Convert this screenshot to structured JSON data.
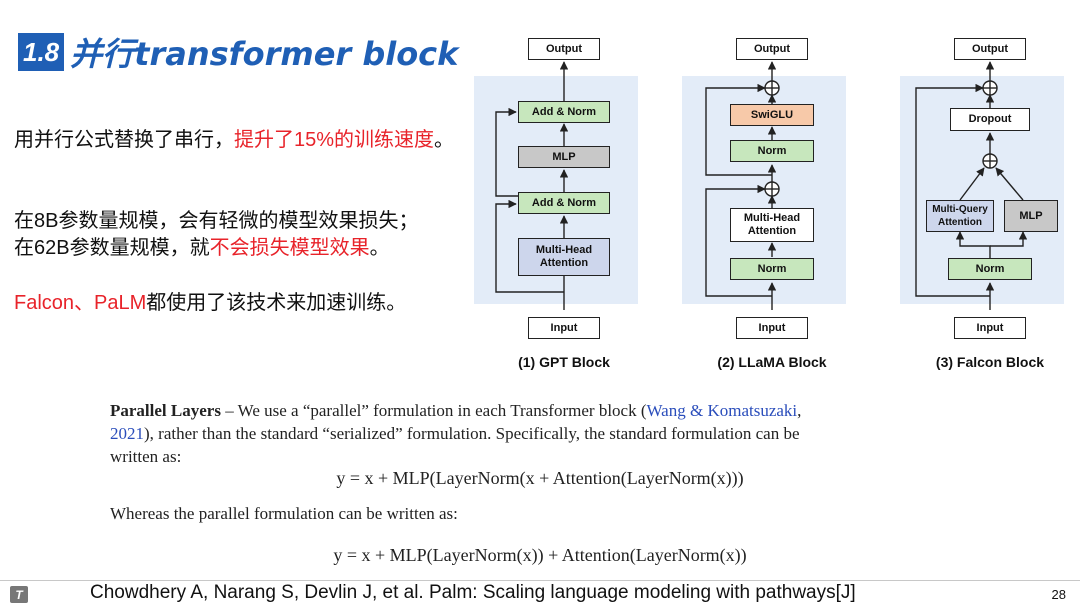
{
  "title": {
    "number": "1.8",
    "text": "并行transformer block"
  },
  "bullets": {
    "p1_black": "用并行公式替换了串行，",
    "p1_red": "提升了15%的训练速度",
    "p1_end": "。",
    "p2_line1": "在8B参数量规模，会有轻微的模型效果损失；",
    "p2_line2_black": "在62B参数量规模，就",
    "p2_line2_red": "不会损失模型效果",
    "p2_line2_end": "。",
    "p3_red": "Falcon、PaLM",
    "p3_black": "都使用了该技术来加速训练。"
  },
  "diagram": {
    "gpt": {
      "caption": "(1) GPT Block",
      "output": "Output",
      "add_norm_top": "Add & Norm",
      "mlp": "MLP",
      "add_norm_bottom": "Add & Norm",
      "attention": "Multi-Head Attention",
      "input": "Input"
    },
    "llama": {
      "caption": "(2) LLaMA Block",
      "output": "Output",
      "swiglu": "SwiGLU",
      "norm_top": "Norm",
      "attention": "Multi-Head Attention",
      "norm_bottom": "Norm",
      "input": "Input"
    },
    "falcon": {
      "caption": "(3) Falcon Block",
      "output": "Output",
      "dropout": "Dropout",
      "mqa": "Multi-Query Attention",
      "mlp": "MLP",
      "norm": "Norm",
      "input": "Input"
    },
    "colors": {
      "green": "#c7e7bd",
      "gray": "#c8c8c8",
      "orange": "#f7c9a9",
      "blue": "#cdd6ec",
      "panel": "#e3ecf8"
    }
  },
  "paper": {
    "heading": "Parallel Layers",
    "text1": " – We use a “parallel” formulation in each Transformer block (",
    "link1": "Wang & Komatsuzaki",
    "text1b": ",",
    "link2": "2021",
    "text2": "), rather than the standard “serialized” formulation. Specifically, the standard formulation can be",
    "text3": "written as:",
    "eq1": "y = x + MLP(LayerNorm(x + Attention(LayerNorm(x)))",
    "text4": "Whereas the parallel formulation can be written as:",
    "eq2": "y = x + MLP(LayerNorm(x)) + Attention(LayerNorm(x))"
  },
  "footer": {
    "logo": "T",
    "citation": "Chowdhery A, Narang S, Devlin J, et al. Palm: Scaling language modeling with pathways[J]",
    "page": "28"
  }
}
